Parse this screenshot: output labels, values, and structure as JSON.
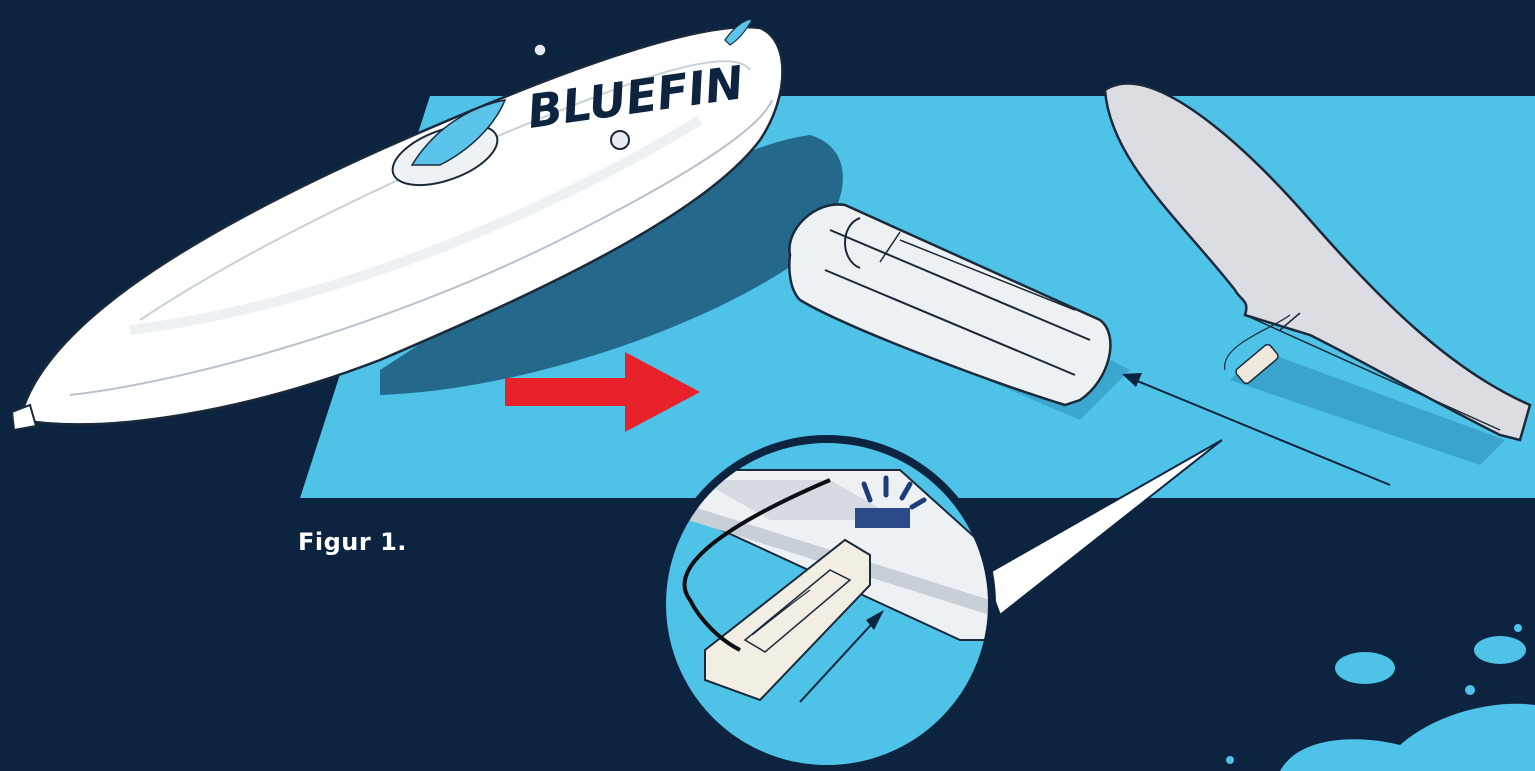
{
  "figure": {
    "caption": "Figur 1.",
    "brand": "BLUEFIN"
  },
  "colors": {
    "background": "#0c2440",
    "water": "#4fc2e8",
    "arrow": "#e8222a",
    "board": "#ffffff",
    "fin": "#d9d9dd",
    "brand_text": "#0c2440",
    "accent_blue": "#5bc4ea"
  },
  "icons": {
    "direction_arrow": "right-arrow",
    "detail_callout": "magnifier-circle",
    "click_indicator": "click-lines"
  }
}
